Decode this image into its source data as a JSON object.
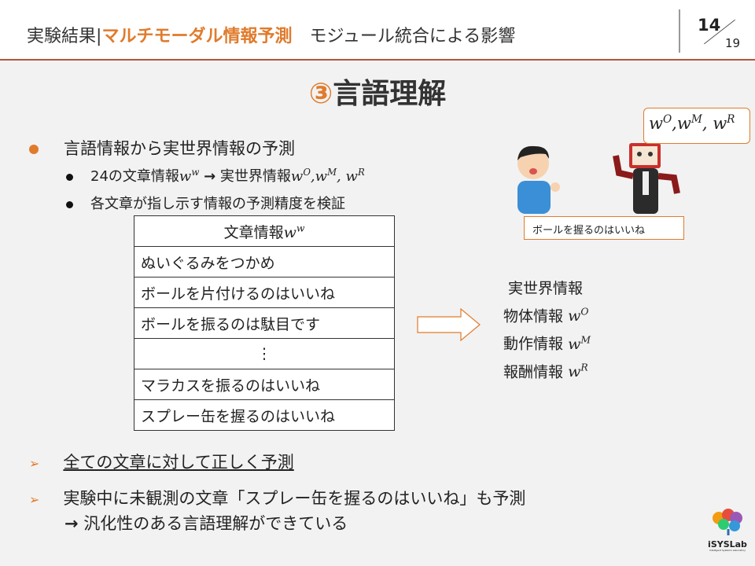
{
  "header": {
    "section": "実験結果",
    "sep": "|",
    "topic": "マルチモーダル情報予測",
    "subtitle": "モジュール統合による影響",
    "page": "14",
    "total": "19"
  },
  "title": {
    "num": "③",
    "text": "言語理解"
  },
  "bullet1": "言語情報から実世界情報の予測",
  "sub1": {
    "pre": "24の文章情報",
    "mid": "実世界情報",
    "arrow": "→"
  },
  "sub2": "各文章が指し示す情報の予測精度を検証",
  "math": {
    "w": "w",
    "sw": "w",
    "so": "O",
    "sm": "M",
    "sr": "R",
    "comma": ","
  },
  "table": {
    "header": "文章情報",
    "rows": [
      "ぬいぐるみをつかめ",
      "ボールを片付けるのはいいね",
      "ボールを振るのは駄目です",
      "⋮",
      "マラカスを振るのはいいね",
      "スプレー缶を握るのはいいね"
    ]
  },
  "right": {
    "l1": "実世界情報",
    "l2": "物体情報",
    "l3": "動作情報",
    "l4": "報酬情報"
  },
  "speech_human": "ボールを握るのはいいね",
  "bottom": {
    "c1": "全ての文章に対して正しく予測",
    "c2": "実験中に未観測の文章「スプレー缶を握るのはいいね」も予測",
    "c3": "汎化性のある言語理解ができている",
    "arrow": "→"
  },
  "logo": {
    "name": "iSYSLab",
    "sub": "Intelligent Systems Laboratory"
  },
  "colors": {
    "accent": "#e07b2c",
    "rule": "#b5533c"
  }
}
